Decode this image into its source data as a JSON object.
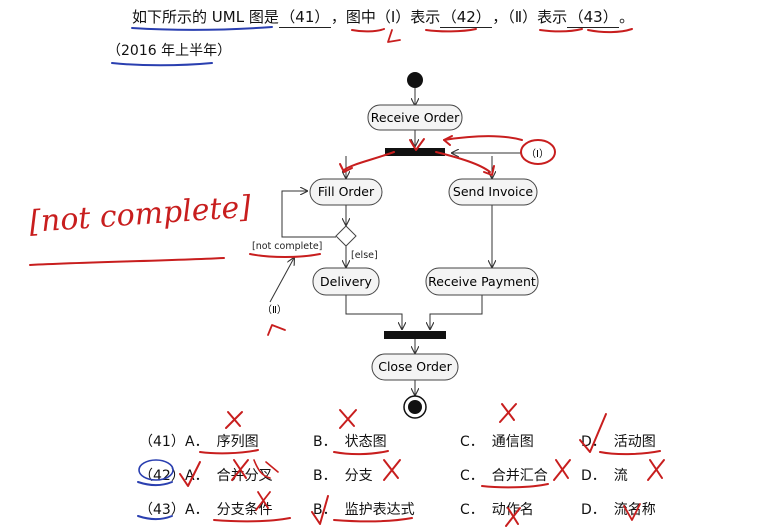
{
  "question": {
    "prefix": "如下所示的 UML 图是",
    "blank41": "（41）",
    "mid1": "，图中（Ⅰ）表示",
    "blank42": "（42）",
    "mid2": "，（Ⅱ）表示",
    "blank43": "（43）",
    "end": "。",
    "year": "（2016 年上半年）"
  },
  "diagram": {
    "receive_order": "Receive Order",
    "fill_order": "Fill Order",
    "send_invoice": "Send Invoice",
    "delivery": "Delivery",
    "receive_payment": "Receive Payment",
    "close_order": "Close Order",
    "guard_not_complete": "[not complete]",
    "guard_else": "[else]",
    "callout_1": "（Ⅰ）",
    "callout_2": "（Ⅱ）"
  },
  "handwriting": {
    "note": "[not complete]"
  },
  "options": [
    {
      "num": "（41）",
      "items": [
        {
          "letter": "A．",
          "text": "序列图"
        },
        {
          "letter": "B．",
          "text": "状态图"
        },
        {
          "letter": "C．",
          "text": "通信图"
        },
        {
          "letter": "D．",
          "text": "活动图"
        }
      ]
    },
    {
      "num": "（42）",
      "items": [
        {
          "letter": "A．",
          "text": "合并分叉"
        },
        {
          "letter": "B．",
          "text": "分支"
        },
        {
          "letter": "C．",
          "text": "合并汇合"
        },
        {
          "letter": "D．",
          "text": "流"
        }
      ]
    },
    {
      "num": "（43）",
      "items": [
        {
          "letter": "A．",
          "text": "分支条件"
        },
        {
          "letter": "B．",
          "text": "监护表达式"
        },
        {
          "letter": "C．",
          "text": "动作名"
        },
        {
          "letter": "D．",
          "text": "流名称"
        }
      ]
    }
  ],
  "colors": {
    "ink_red": "#c81e1e",
    "ink_blue": "#2a3fb0"
  }
}
